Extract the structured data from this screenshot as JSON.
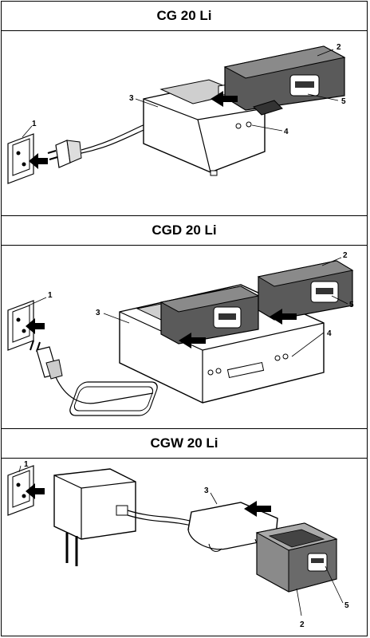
{
  "sections": [
    {
      "title": "CG 20 Li",
      "labels": {
        "wall_socket": "1",
        "battery": "2",
        "charger": "3",
        "indicator": "4",
        "latch": "5"
      }
    },
    {
      "title": "CGD 20 Li",
      "labels": {
        "wall_socket": "1",
        "battery": "2",
        "charger": "3",
        "indicator": "4",
        "latch": "5"
      }
    },
    {
      "title": "CGW 20 Li",
      "labels": {
        "wall_socket": "1",
        "battery": "2",
        "charger": "3",
        "latch": "5"
      }
    }
  ],
  "colors": {
    "line": "#000000",
    "battery_body": "#5a5a5a",
    "battery_top": "#8a8a8a",
    "charger_fill": "#ffffff",
    "arrow": "#000000"
  }
}
